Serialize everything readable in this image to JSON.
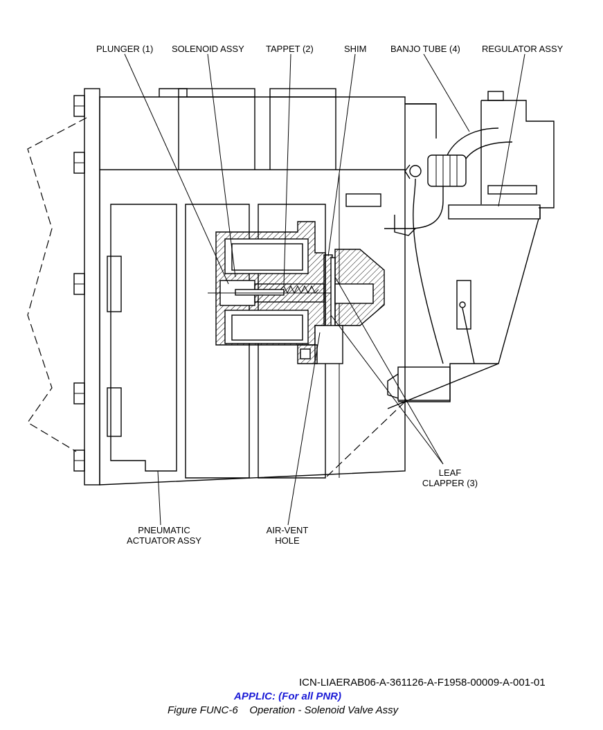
{
  "labels": {
    "plunger": "PLUNGER (1)",
    "solenoid": "SOLENOID ASSY",
    "tappet": "TAPPET (2)",
    "shim": "SHIM",
    "banjo": "BANJO TUBE (4)",
    "regulator": "REGULATOR ASSY",
    "leaf_1": "LEAF",
    "leaf_2": "CLAPPER (3)",
    "pneumatic_1": "PNEUMATIC",
    "pneumatic_2": "ACTUATOR ASSY",
    "airvent_1": "AIR-VENT",
    "airvent_2": "HOLE"
  },
  "footer": {
    "icn": "ICN-LIAERAB06-A-361126-A-F1958-00009-A-001-01",
    "applic": "APPLIC: (For all PNR)",
    "caption": "Figure FUNC-6    Operation - Solenoid Valve Assy"
  }
}
